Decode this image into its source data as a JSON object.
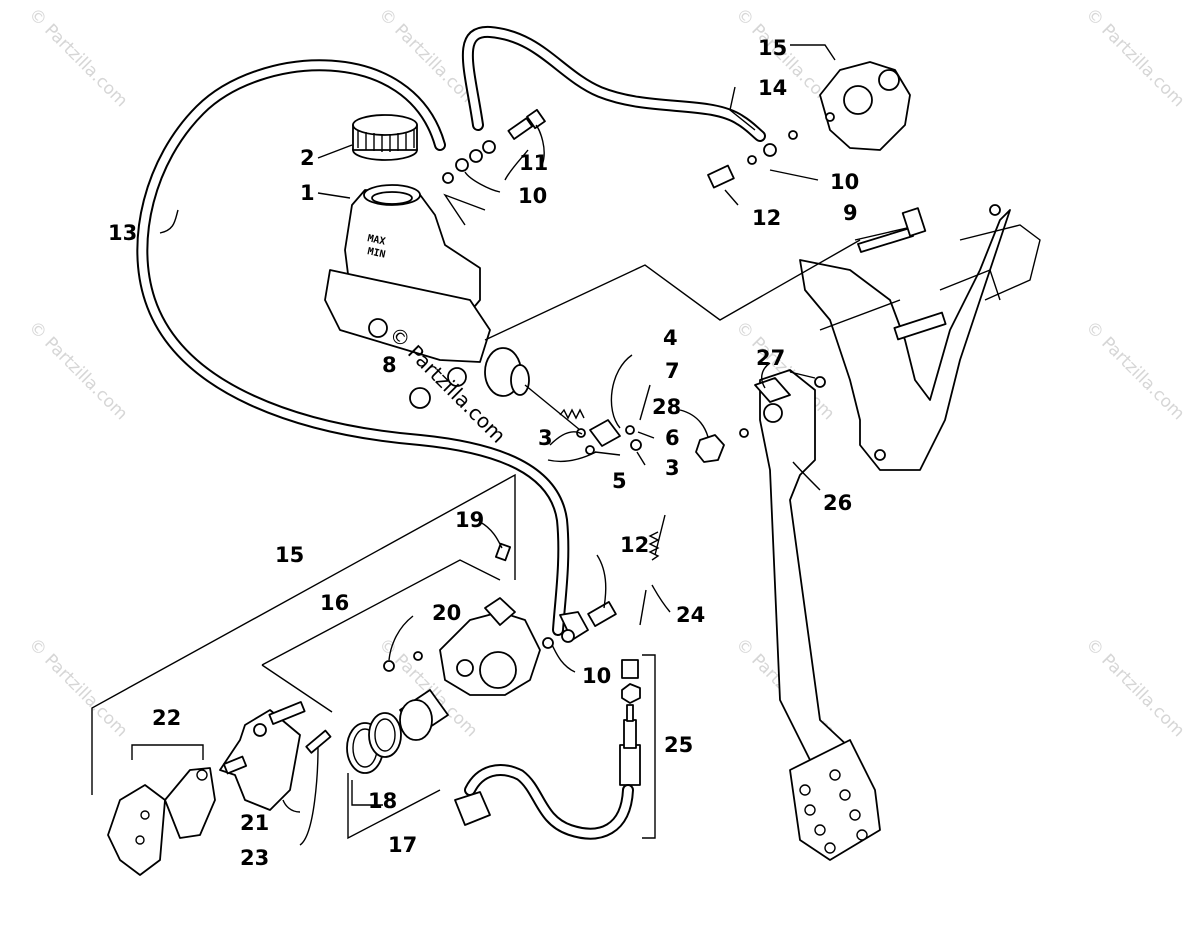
{
  "watermark": {
    "tile_text": "© Partzilla.com",
    "center_text": "© Partzilla.com"
  },
  "callouts": [
    {
      "id": "c1",
      "text": "1"
    },
    {
      "id": "c2",
      "text": "2"
    },
    {
      "id": "c3a",
      "text": "3"
    },
    {
      "id": "c3b",
      "text": "3"
    },
    {
      "id": "c4",
      "text": "4"
    },
    {
      "id": "c5",
      "text": "5"
    },
    {
      "id": "c6",
      "text": "6"
    },
    {
      "id": "c7",
      "text": "7"
    },
    {
      "id": "c8",
      "text": "8"
    },
    {
      "id": "c9",
      "text": "9"
    },
    {
      "id": "c10a",
      "text": "10"
    },
    {
      "id": "c10b",
      "text": "10"
    },
    {
      "id": "c10c",
      "text": "10"
    },
    {
      "id": "c11",
      "text": "11"
    },
    {
      "id": "c12a",
      "text": "12"
    },
    {
      "id": "c12b",
      "text": "12"
    },
    {
      "id": "c13",
      "text": "13"
    },
    {
      "id": "c14",
      "text": "14"
    },
    {
      "id": "c15a",
      "text": "15"
    },
    {
      "id": "c15b",
      "text": "15"
    },
    {
      "id": "c16",
      "text": "16"
    },
    {
      "id": "c17",
      "text": "17"
    },
    {
      "id": "c18",
      "text": "18"
    },
    {
      "id": "c19",
      "text": "19"
    },
    {
      "id": "c20",
      "text": "20"
    },
    {
      "id": "c21",
      "text": "21"
    },
    {
      "id": "c22",
      "text": "22"
    },
    {
      "id": "c23",
      "text": "23"
    },
    {
      "id": "c24",
      "text": "24"
    },
    {
      "id": "c25",
      "text": "25"
    },
    {
      "id": "c26",
      "text": "26"
    },
    {
      "id": "c27",
      "text": "27"
    },
    {
      "id": "c28",
      "text": "28"
    }
  ],
  "reservoir_marks": {
    "max": "MAX",
    "min": "MIN"
  }
}
